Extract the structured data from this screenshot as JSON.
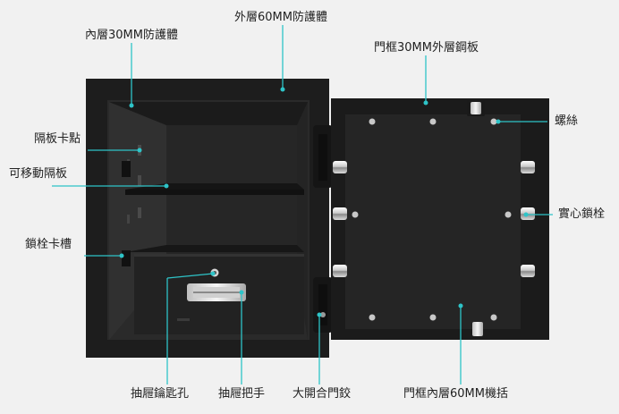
{
  "labels": {
    "inner_wall": "內層30MM防護體",
    "outer_wall": "外層60MM防護體",
    "door_frame_plate": "門框30MM外層鋼板",
    "screw": "螺絲",
    "shelf_clip": "隔板卡點",
    "movable_shelf": "可移動隔板",
    "solid_bolt": "實心鎖栓",
    "bolt_slot": "鎖栓卡槽",
    "drawer_keyhole": "抽屜鑰匙孔",
    "drawer_handle": "抽屜把手",
    "hinge": "大開合門鉸",
    "door_mechanism": "門框內層60MM機括"
  },
  "colors": {
    "callout_line": "#2ec4c8",
    "safe_body": "#1c1c1c",
    "interior": "#262626",
    "background": "#f1f1f1"
  }
}
